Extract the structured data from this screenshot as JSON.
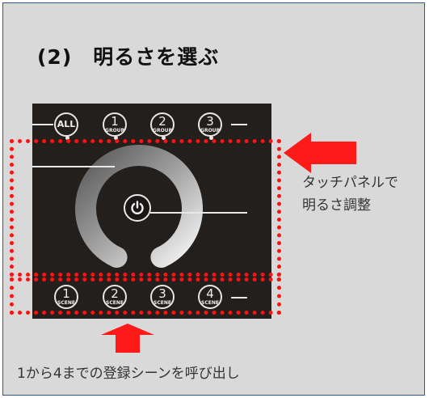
{
  "title": "(2)　明るさを選ぶ",
  "panel": {
    "all_label": "ALL",
    "group_buttons": [
      {
        "num": "1",
        "sub": "GROUP"
      },
      {
        "num": "2",
        "sub": "GROUP"
      },
      {
        "num": "3",
        "sub": "GROUP"
      }
    ],
    "scene_buttons": [
      {
        "num": "1",
        "sub": "SCENE"
      },
      {
        "num": "2",
        "sub": "SCENE"
      },
      {
        "num": "3",
        "sub": "SCENE"
      },
      {
        "num": "4",
        "sub": "SCENE"
      }
    ]
  },
  "callouts": {
    "touch_line1": "タッチパネルで",
    "touch_line2": "明るさ調整",
    "scene_caption": "1から4までの登録シーンを呼び出し"
  },
  "colors": {
    "highlight": "#ff1111",
    "panel": "#231f1d",
    "background": "#d9d9d9"
  }
}
